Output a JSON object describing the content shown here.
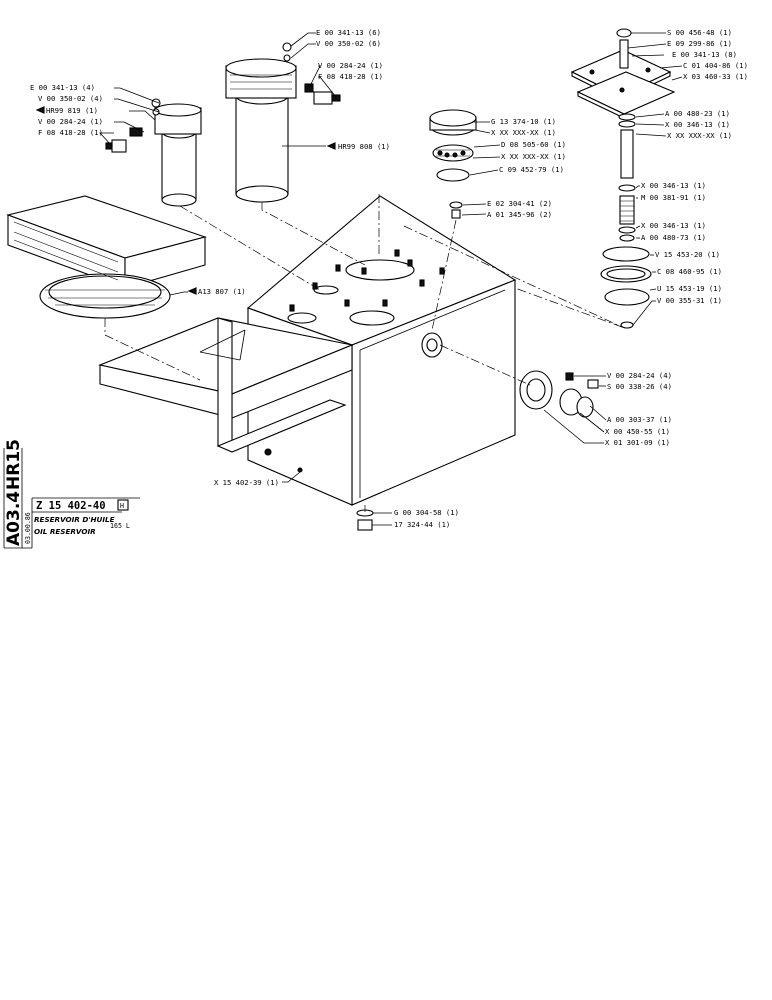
{
  "callouts": {
    "e_00_341_13_6_top": "E 00 341-13 (6)",
    "v_00_350_02_6": "V 00 350-02 (6)",
    "v_00_284_24_1_top": "V 00 284-24 (1)",
    "f_08_418_28_1_top": "F 08 418-28 (1)",
    "hr99_808": "HR99 808 (1)",
    "e_00_341_13_4": "E 00 341-13 (4)",
    "v_00_350_02_4": "V 00 350-02 (4)",
    "hr99_819": "HR99  819 (1)",
    "v_00_284_24_1_left": "V 00 284-24 (1)",
    "f_08_418_28_1_left": "F 08 418-28 (1)",
    "a13_807": "A13 807 (1)",
    "g_13_374_10": "G 13 374-10 (1)",
    "x_xx_xxx_xx_1a": "X XX XXX-XX (1)",
    "d_08_505_60": "D 08 505-60 (1)",
    "x_xx_xxx_xx_1b": "X XX XXX-XX (1)",
    "c_09_452_79": "C 09 452-79 (1)",
    "e_02_304_41": "E 02 304-41 (2)",
    "a_01_345_96": "A 01 345-96 (2)",
    "s_00_456_48": "S 00 456-48 (1)",
    "e_09_299_86": "E 09 299-86 (1)",
    "e_00_341_13_8": "E 00 341-13 (8)",
    "c_01_404_86": "C 01 404-86 (1)",
    "x_03_460_33": "X 03 460-33 (1)",
    "a_00_480_23": "A 00 480-23 (1)",
    "x_00_346_13_1a": "X 00 346-13 (1)",
    "x_xx_xxx_xx_1c": "X XX XXX-XX (1)",
    "x_00_346_13_1b": "X 00 346-13 (1)",
    "m_00_381_91": "M 00 381-91 (1)",
    "x_00_346_13_1c": "X 00 346-13 (1)",
    "a_00_480_73": "A 00 480-73 (1)",
    "v_15_453_20": "V 15 453-20 (1)",
    "c_08_460_95": "C 08 460-95 (1)",
    "u_15_453_19": "U 15 453-19 (1)",
    "v_00_355_31": "V 00 355-31 (1)",
    "v_00_284_24_4": "V 00 284-24 (4)",
    "s_00_338_26_4": "S 00 338-26 (4)",
    "a_00_303_37": "A 00 303-37 (1)",
    "x_00_450_55": "X 00 450-55 (1)",
    "x_01_301_09": "X 01 301-09 (1)",
    "x_15_402_39": "X 15 402-39 (1)",
    "g_00_304_58": "G 00 304-58 (1)",
    "x_17_324_44": "17 324-44 (1)"
  },
  "title_block": {
    "model": "HR15",
    "page": "A03.4",
    "date": "03.00.86",
    "drawing_no": "Z 15 402-40",
    "revision_mark": "H",
    "title_fr": "RESERVOIR D'HUILE",
    "title_en": "OIL RESERVOIR",
    "capacity": "165 L"
  }
}
